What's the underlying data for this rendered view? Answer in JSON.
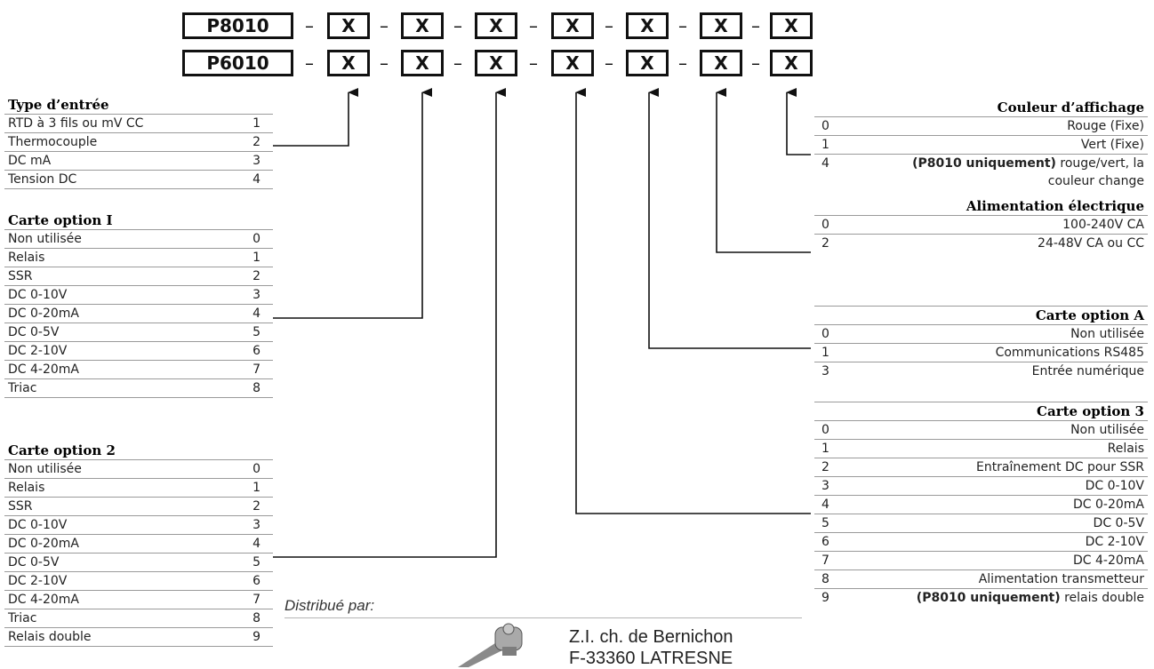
{
  "models": [
    "P8010",
    "P6010"
  ],
  "placeholder": "X",
  "separator": "–",
  "tables": {
    "type_entree": {
      "title": "Type d’entrée",
      "rows": [
        {
          "label": "RTD à 3 fils ou mV CC",
          "code": "1"
        },
        {
          "label": "Thermocouple",
          "code": "2"
        },
        {
          "label": "DC mA",
          "code": "3"
        },
        {
          "label": "Tension DC",
          "code": "4"
        }
      ]
    },
    "carte_option_1": {
      "title": "Carte option I",
      "rows": [
        {
          "label": "Non utilisée",
          "code": "0"
        },
        {
          "label": "Relais",
          "code": "1"
        },
        {
          "label": "SSR",
          "code": "2"
        },
        {
          "label": "DC 0-10V",
          "code": "3"
        },
        {
          "label": "DC 0-20mA",
          "code": "4"
        },
        {
          "label": "DC 0-5V",
          "code": "5"
        },
        {
          "label": "DC 2-10V",
          "code": "6"
        },
        {
          "label": "DC 4-20mA",
          "code": "7"
        },
        {
          "label": "Triac",
          "code": "8"
        }
      ]
    },
    "carte_option_2": {
      "title": "Carte option 2",
      "rows": [
        {
          "label": "Non utilisée",
          "code": "0"
        },
        {
          "label": "Relais",
          "code": "1"
        },
        {
          "label": "SSR",
          "code": "2"
        },
        {
          "label": "DC 0-10V",
          "code": "3"
        },
        {
          "label": "DC 0-20mA",
          "code": "4"
        },
        {
          "label": "DC 0-5V",
          "code": "5"
        },
        {
          "label": "DC 2-10V",
          "code": "6"
        },
        {
          "label": "DC 4-20mA",
          "code": "7"
        },
        {
          "label": "Triac",
          "code": "8"
        },
        {
          "label": "Relais double",
          "code": "9"
        }
      ]
    },
    "couleur_affichage": {
      "title": "Couleur d’affichage",
      "rows": [
        {
          "code": "0",
          "label": "Rouge (Fixe)"
        },
        {
          "code": "1",
          "label": "Vert (Fixe)"
        },
        {
          "code": "4",
          "label_bold": "(P8010 uniquement)",
          "label": " rouge/vert, la couleur change"
        }
      ]
    },
    "alimentation": {
      "title": "Alimentation électrique",
      "rows": [
        {
          "code": "0",
          "label": "100-240V CA"
        },
        {
          "code": "2",
          "label": "24-48V CA ou CC"
        }
      ]
    },
    "carte_option_a": {
      "title": "Carte option A",
      "rows": [
        {
          "code": "0",
          "label": "Non utilisée"
        },
        {
          "code": "1",
          "label": "Communications RS485"
        },
        {
          "code": "3",
          "label": "Entrée numérique"
        }
      ]
    },
    "carte_option_3": {
      "title": "Carte option 3",
      "rows": [
        {
          "code": "0",
          "label": "Non utilisée"
        },
        {
          "code": "1",
          "label": "Relais"
        },
        {
          "code": "2",
          "label": "Entraînement DC pour SSR"
        },
        {
          "code": "3",
          "label": "DC 0-10V"
        },
        {
          "code": "4",
          "label": "DC 0-20mA"
        },
        {
          "code": "5",
          "label": "DC 0-5V"
        },
        {
          "code": "6",
          "label": "DC 2-10V"
        },
        {
          "code": "7",
          "label": "DC 4-20mA"
        },
        {
          "code": "8",
          "label": "Alimentation transmetteur"
        },
        {
          "code": "9",
          "label_bold": "(P8010 uniquement)",
          "label": " relais double"
        }
      ]
    }
  },
  "distribution": {
    "label": "Distribué par:",
    "address_line1": "Z.I. ch. de Bernichon",
    "address_line2": "F-33360 LATRESNE"
  }
}
